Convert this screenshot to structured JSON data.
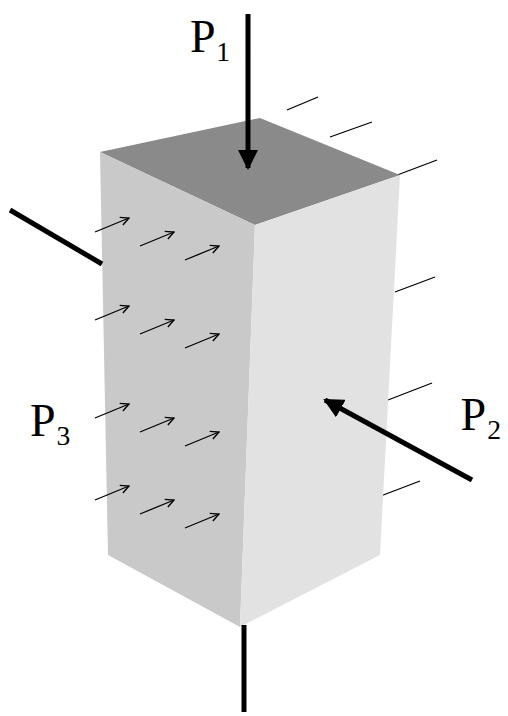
{
  "diagram": {
    "labels": [
      "P₁",
      "P₂",
      "P₃"
    ]
  }
}
